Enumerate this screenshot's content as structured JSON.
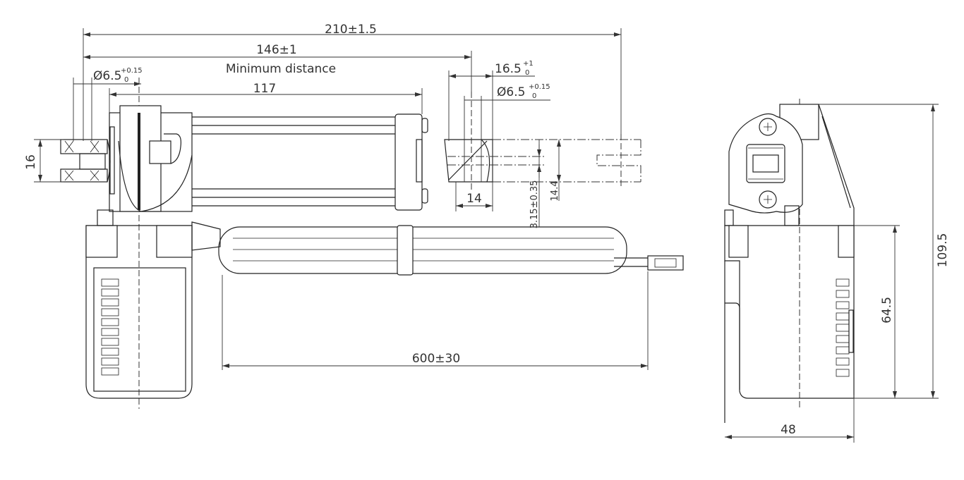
{
  "drawing": {
    "front_view": {
      "overall_length": "210±1.5",
      "min_stroke_length": "146±1",
      "min_distance_label": "Minimum distance",
      "rear_hole_diameter": {
        "value": "Ø6.5",
        "upper_tol": "+0.15",
        "lower_tol": "0"
      },
      "body_length": "117",
      "front_hole_position": {
        "value": "16.5",
        "upper_tol": "+1",
        "lower_tol": "0"
      },
      "front_hole_diameter": {
        "value": "Ø6.5",
        "upper_tol": "+0.15",
        "lower_tol": "0"
      },
      "rear_clevis_width": "16",
      "rod_end_length": "14",
      "slot_width": "3.15±0.35",
      "rod_end_height": "14.4",
      "cable_length": "600±30"
    },
    "side_view": {
      "total_height": "109.5",
      "motor_height": "64.5",
      "width": "48"
    }
  }
}
